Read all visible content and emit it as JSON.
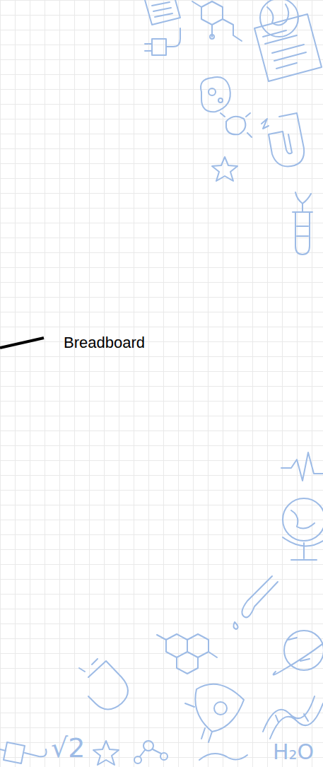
{
  "diagram": {
    "labels": [
      "Breadboard",
      "√2",
      "H₂O"
    ]
  }
}
